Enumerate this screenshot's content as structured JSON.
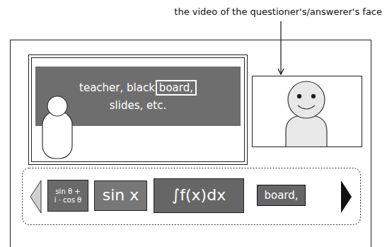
{
  "diagram": {
    "nodes": [
      {
        "text": [
          "teacher, black",
          "slides, etc."
        ]
      },
      {
        "text": [
          "board,"
        ],
        "in": 0
      },
      {
        "text": [
          "sin θ + i · cos θ"
        ]
      },
      {
        "text": [
          "sin x"
        ]
      },
      {
        "text": [
          "∫f(x)dx"
        ]
      },
      {
        "text": [
          "board,"
        ]
      }
    ],
    "labels": [
      "the video of the questioner's/answerer's face"
    ]
  }
}
